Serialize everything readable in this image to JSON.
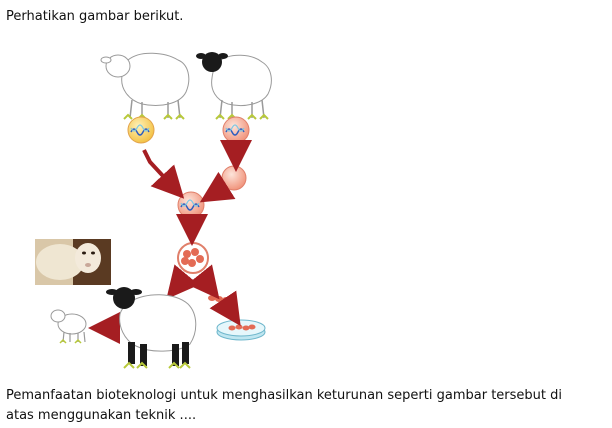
{
  "intro_text": "Perhatikan gambar berikut.",
  "question": {
    "line1": "Pemanfaatan bioteknologi untuk menghasilkan keturunan seperti gambar tersebut di",
    "line2": "atas menggunakan teknik ...."
  },
  "colors": {
    "arrow": "#a51e22",
    "cell": "#f4a28f",
    "nucleus": "#f7d26b",
    "dna_a": "#2f5fbf",
    "dna_b": "#7ec8e3",
    "petri": "#bfe6f0",
    "sheep_outline": "#9a9a9a",
    "black_face": "#1a1a1a",
    "grass": "#b8c93a"
  },
  "icons": [
    "white-sheep-icon",
    "black-faced-sheep-icon",
    "egg-cell-icon",
    "embryo-icon",
    "petri-dish-icon",
    "dolly-photo-icon",
    "lamb-icon",
    "clone-sheep-icon"
  ]
}
